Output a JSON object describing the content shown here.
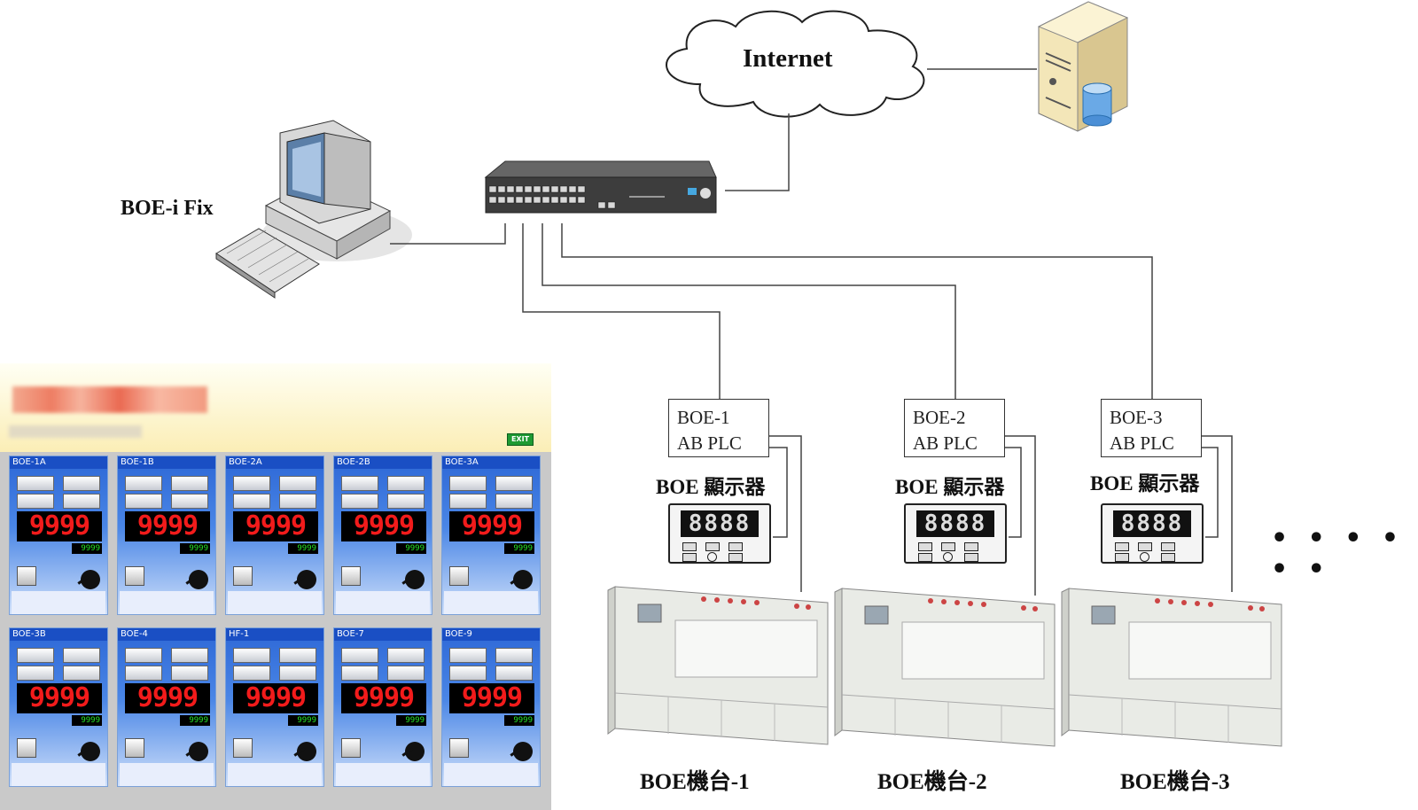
{
  "cloud": {
    "label": "Internet"
  },
  "workstation": {
    "label": "BOE-i Fix"
  },
  "stations": [
    {
      "plc_line1": "BOE-1",
      "plc_line2": "AB PLC",
      "display_label": "BOE 顯示器",
      "machine_label": "BOE機台-1"
    },
    {
      "plc_line1": "BOE-2",
      "plc_line2": "AB PLC",
      "display_label": "BOE 顯示器",
      "machine_label": "BOE機台-2"
    },
    {
      "plc_line1": "BOE-3",
      "plc_line2": "AB PLC",
      "display_label": "BOE 顯示器",
      "machine_label": "BOE機台-3"
    }
  ],
  "continuation": "• • • • • •",
  "display_digits": "8888",
  "scada": {
    "exit_label": "EXIT",
    "cards": [
      {
        "title": "BOE-1A",
        "value": "9999",
        "sub": "9999"
      },
      {
        "title": "BOE-1B",
        "value": "9999",
        "sub": "9999"
      },
      {
        "title": "BOE-2A",
        "value": "9999",
        "sub": "9999"
      },
      {
        "title": "BOE-2B",
        "value": "9999",
        "sub": "9999"
      },
      {
        "title": "BOE-3A",
        "value": "9999",
        "sub": "9999"
      },
      {
        "title": "BOE-3B",
        "value": "9999",
        "sub": "9999"
      },
      {
        "title": "BOE-4",
        "value": "9999",
        "sub": "9999"
      },
      {
        "title": "HF-1",
        "value": "9999",
        "sub": "9999"
      },
      {
        "title": "BOE-7",
        "value": "9999",
        "sub": "9999"
      },
      {
        "title": "BOE-9",
        "value": "9999",
        "sub": "9999"
      }
    ]
  }
}
